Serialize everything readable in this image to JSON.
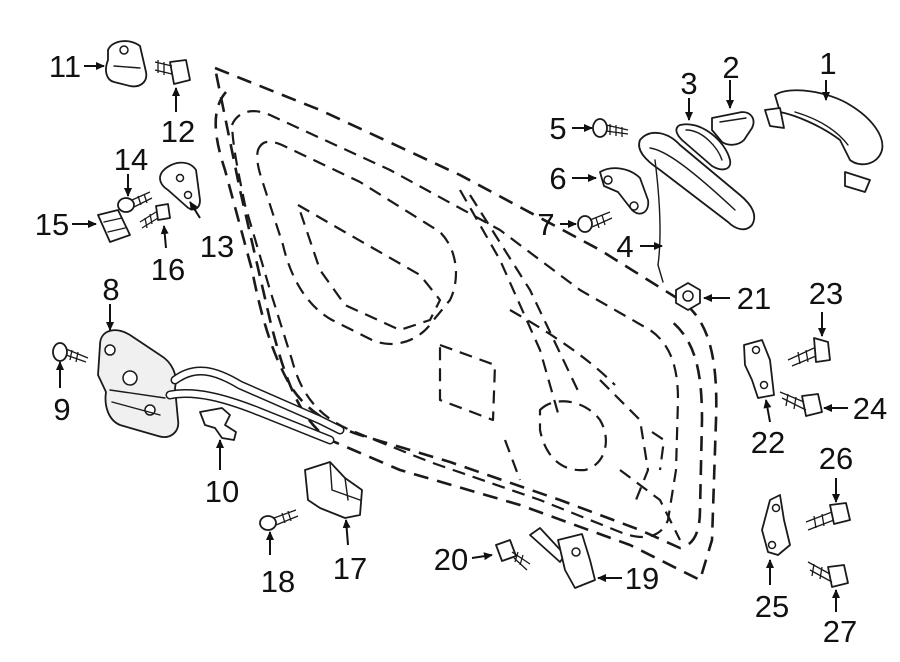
{
  "diagram": {
    "callouts": [
      {
        "number": "1"
      },
      {
        "number": "2"
      },
      {
        "number": "3"
      },
      {
        "number": "4"
      },
      {
        "number": "5"
      },
      {
        "number": "6"
      },
      {
        "number": "7"
      },
      {
        "number": "8"
      },
      {
        "number": "9"
      },
      {
        "number": "10"
      },
      {
        "number": "11"
      },
      {
        "number": "12"
      },
      {
        "number": "13"
      },
      {
        "number": "14"
      },
      {
        "number": "15"
      },
      {
        "number": "16"
      },
      {
        "number": "17"
      },
      {
        "number": "18"
      },
      {
        "number": "19"
      },
      {
        "number": "20"
      },
      {
        "number": "21"
      },
      {
        "number": "22"
      },
      {
        "number": "23"
      },
      {
        "number": "24"
      },
      {
        "number": "25"
      },
      {
        "number": "26"
      },
      {
        "number": "27"
      }
    ]
  }
}
